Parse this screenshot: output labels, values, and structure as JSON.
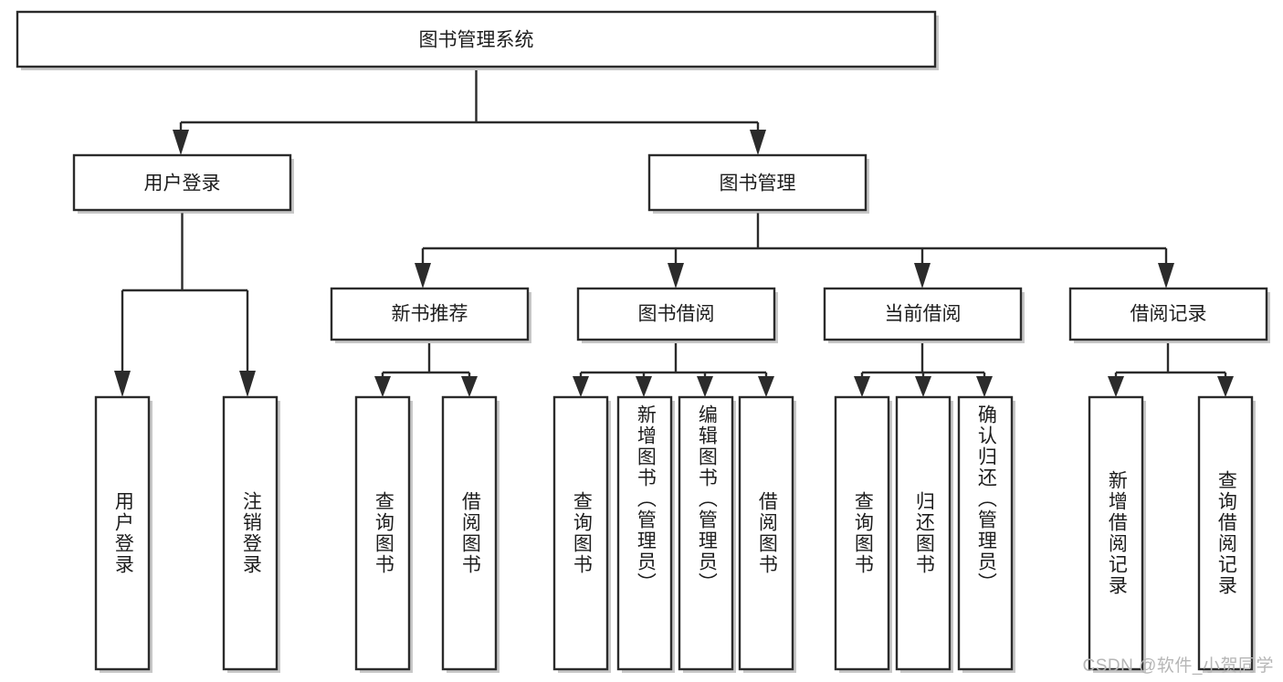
{
  "diagram": {
    "title": "图书管理系统",
    "type": "tree-hierarchy-chart",
    "root": {
      "id": "root",
      "label": "图书管理系统"
    },
    "level2": [
      {
        "id": "user-login",
        "label": "用户登录"
      },
      {
        "id": "book-management",
        "label": "图书管理"
      }
    ],
    "level3": [
      {
        "id": "new-book-recommend",
        "label": "新书推荐",
        "parent": "book-management"
      },
      {
        "id": "book-borrow",
        "label": "图书借阅",
        "parent": "book-management"
      },
      {
        "id": "current-borrow",
        "label": "当前借阅",
        "parent": "book-management"
      },
      {
        "id": "borrow-record",
        "label": "借阅记录",
        "parent": "book-management"
      }
    ],
    "leaves": {
      "user-login": [
        {
          "id": "leaf-user-login",
          "label": "用户登录"
        },
        {
          "id": "leaf-logout-login",
          "label": "注销登录"
        }
      ],
      "new-book-recommend": [
        {
          "id": "leaf-query-book-1",
          "label": "查询图书"
        },
        {
          "id": "leaf-borrow-book-1",
          "label": "借阅图书"
        }
      ],
      "book-borrow": [
        {
          "id": "leaf-query-book-2",
          "label": "查询图书"
        },
        {
          "id": "leaf-add-book",
          "label": "新增图书（管理员）"
        },
        {
          "id": "leaf-edit-book",
          "label": "编辑图书（管理员）"
        },
        {
          "id": "leaf-borrow-book-2",
          "label": "借阅图书"
        }
      ],
      "current-borrow": [
        {
          "id": "leaf-query-book-3",
          "label": "查询图书"
        },
        {
          "id": "leaf-return-book",
          "label": "归还图书"
        },
        {
          "id": "leaf-confirm-return",
          "label": "确认归还（管理员）"
        }
      ],
      "borrow-record": [
        {
          "id": "leaf-add-borrow-record",
          "label": "新增借阅记录"
        },
        {
          "id": "leaf-query-borrow-record",
          "label": "查询借阅记录"
        }
      ]
    },
    "colors": {
      "stroke": "#2b2b2b",
      "fill": "#ffffff",
      "text": "#1d1d1d",
      "watermark": "#b6b6b6",
      "shadow": "#9a9a9a"
    }
  },
  "watermark": {
    "text": "CSDN @软件_小贺同学"
  }
}
